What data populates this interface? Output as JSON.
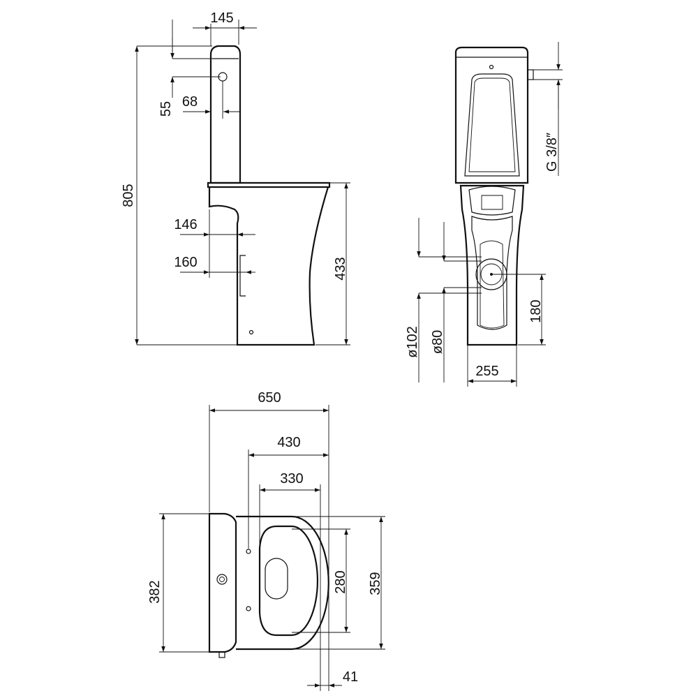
{
  "dimensions": {
    "side_top_width": "145",
    "side_55": "55",
    "side_68": "68",
    "side_height": "805",
    "side_146": "146",
    "side_160": "160",
    "side_seat_height": "433",
    "front_inlet": "G 3/8″",
    "front_d102": "ø102",
    "front_d80": "ø80",
    "front_180": "180",
    "front_width": "255",
    "plan_length": "650",
    "plan_430": "430",
    "plan_330": "330",
    "plan_382": "382",
    "plan_280": "280",
    "plan_359": "359",
    "plan_41": "41"
  },
  "colors": {
    "line": "#111111",
    "background": "#ffffff"
  }
}
